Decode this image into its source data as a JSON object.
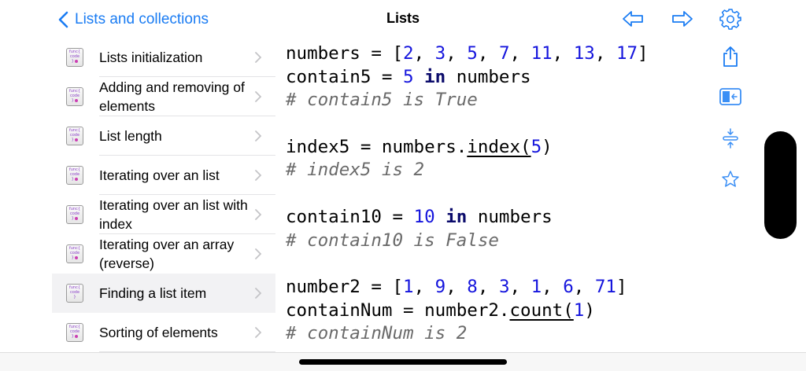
{
  "nav": {
    "back_label": "Lists and collections",
    "title": "Lists"
  },
  "toolbar": {
    "icons": [
      "back-arrow-icon",
      "forward-arrow-icon",
      "gear-icon",
      "share-icon",
      "sidebar-toggle-icon",
      "collapse-icon",
      "star-icon"
    ],
    "accent_color": "#1a7cf3"
  },
  "sidebar": {
    "items": [
      {
        "label": "Lists initialization",
        "selected": false
      },
      {
        "label": "Adding and removing of elements",
        "selected": false
      },
      {
        "label": "List length",
        "selected": false
      },
      {
        "label": "Iterating over an list",
        "selected": false
      },
      {
        "label": "Iterating over an list with index",
        "selected": false
      },
      {
        "label": "Iterating over an array (reverse)",
        "selected": false
      },
      {
        "label": "Finding a list item",
        "selected": true
      },
      {
        "label": "Sorting of elements",
        "selected": false
      }
    ],
    "icon_text": {
      "line1": "func{",
      "line2": "code",
      "line3": "}"
    }
  },
  "code": {
    "lines": [
      "numbers = [2, 3, 5, 7, 11, 13, 17]",
      "contain5 = 5 in numbers",
      "# contain5 is True",
      "",
      "index5 = numbers.index(5)",
      "# index5 is 2",
      "",
      "contain10 = 10 in numbers",
      "# contain10 is False",
      "",
      "number2 = [1, 9, 8, 3, 1, 6, 71]",
      "containNum = number2.count(1)",
      "# containNum is 2"
    ],
    "colors": {
      "number": "#1515dd",
      "keyword": "#0b0b6b",
      "comment": "#6a6a6a"
    }
  }
}
